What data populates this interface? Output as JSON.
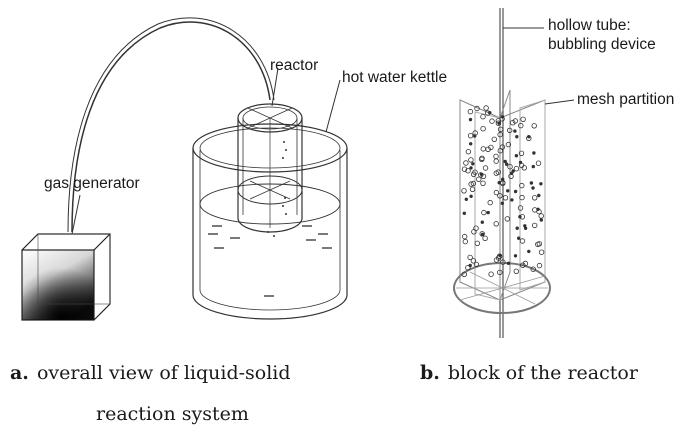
{
  "labels": {
    "reactor": "reactor",
    "hot_water_kettle": "hot water kettle",
    "gas_generator": "gas generator",
    "hollow_tube_1": "hollow tube:",
    "hollow_tube_2": "bubbling device",
    "mesh_partition": "mesh partition"
  },
  "captions": {
    "a_letter": "a.",
    "a_text_1": "overall view of liquid-solid",
    "a_text_2": "reaction system",
    "b_letter": "b.",
    "b_text": "block of the reactor"
  }
}
